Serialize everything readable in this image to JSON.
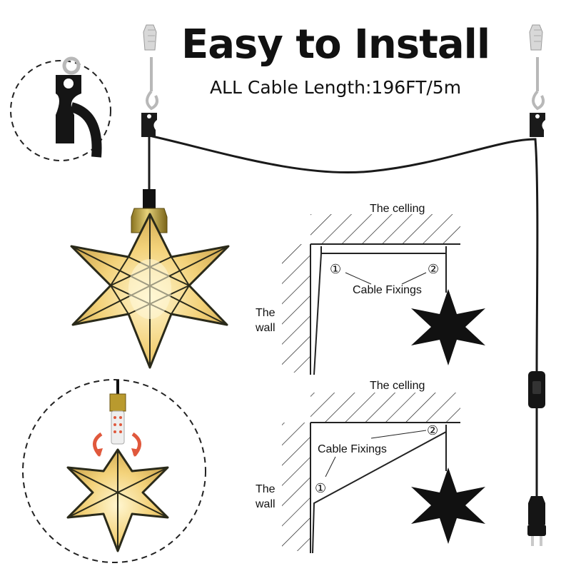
{
  "header": {
    "title": "Easy to Install",
    "subtitle": "ALL Cable Length:196FT/5m"
  },
  "diagram_top": {
    "ceiling_label": "The celling",
    "wall_label_line1": "The",
    "wall_label_line2": "wall",
    "fixings_label": "Cable Fixings",
    "marker_1": "①",
    "marker_2": "②"
  },
  "diagram_bottom": {
    "ceiling_label": "The celling",
    "wall_label_line1": "The",
    "wall_label_line2": "wall",
    "fixings_label": "Cable Fixings",
    "marker_1": "①",
    "marker_2": "②"
  },
  "colors": {
    "brass": "#b99a2e",
    "glass_glow": "#f6dc8c",
    "frame": "#222222",
    "arrow_red": "#e0583c",
    "text": "#111111"
  },
  "icons": [
    "wall-anchor-icon",
    "screw-hook-icon",
    "cable-clip-icon",
    "star-lamp-icon",
    "plug-icon",
    "inline-switch-icon",
    "rotate-arrow-icon"
  ]
}
